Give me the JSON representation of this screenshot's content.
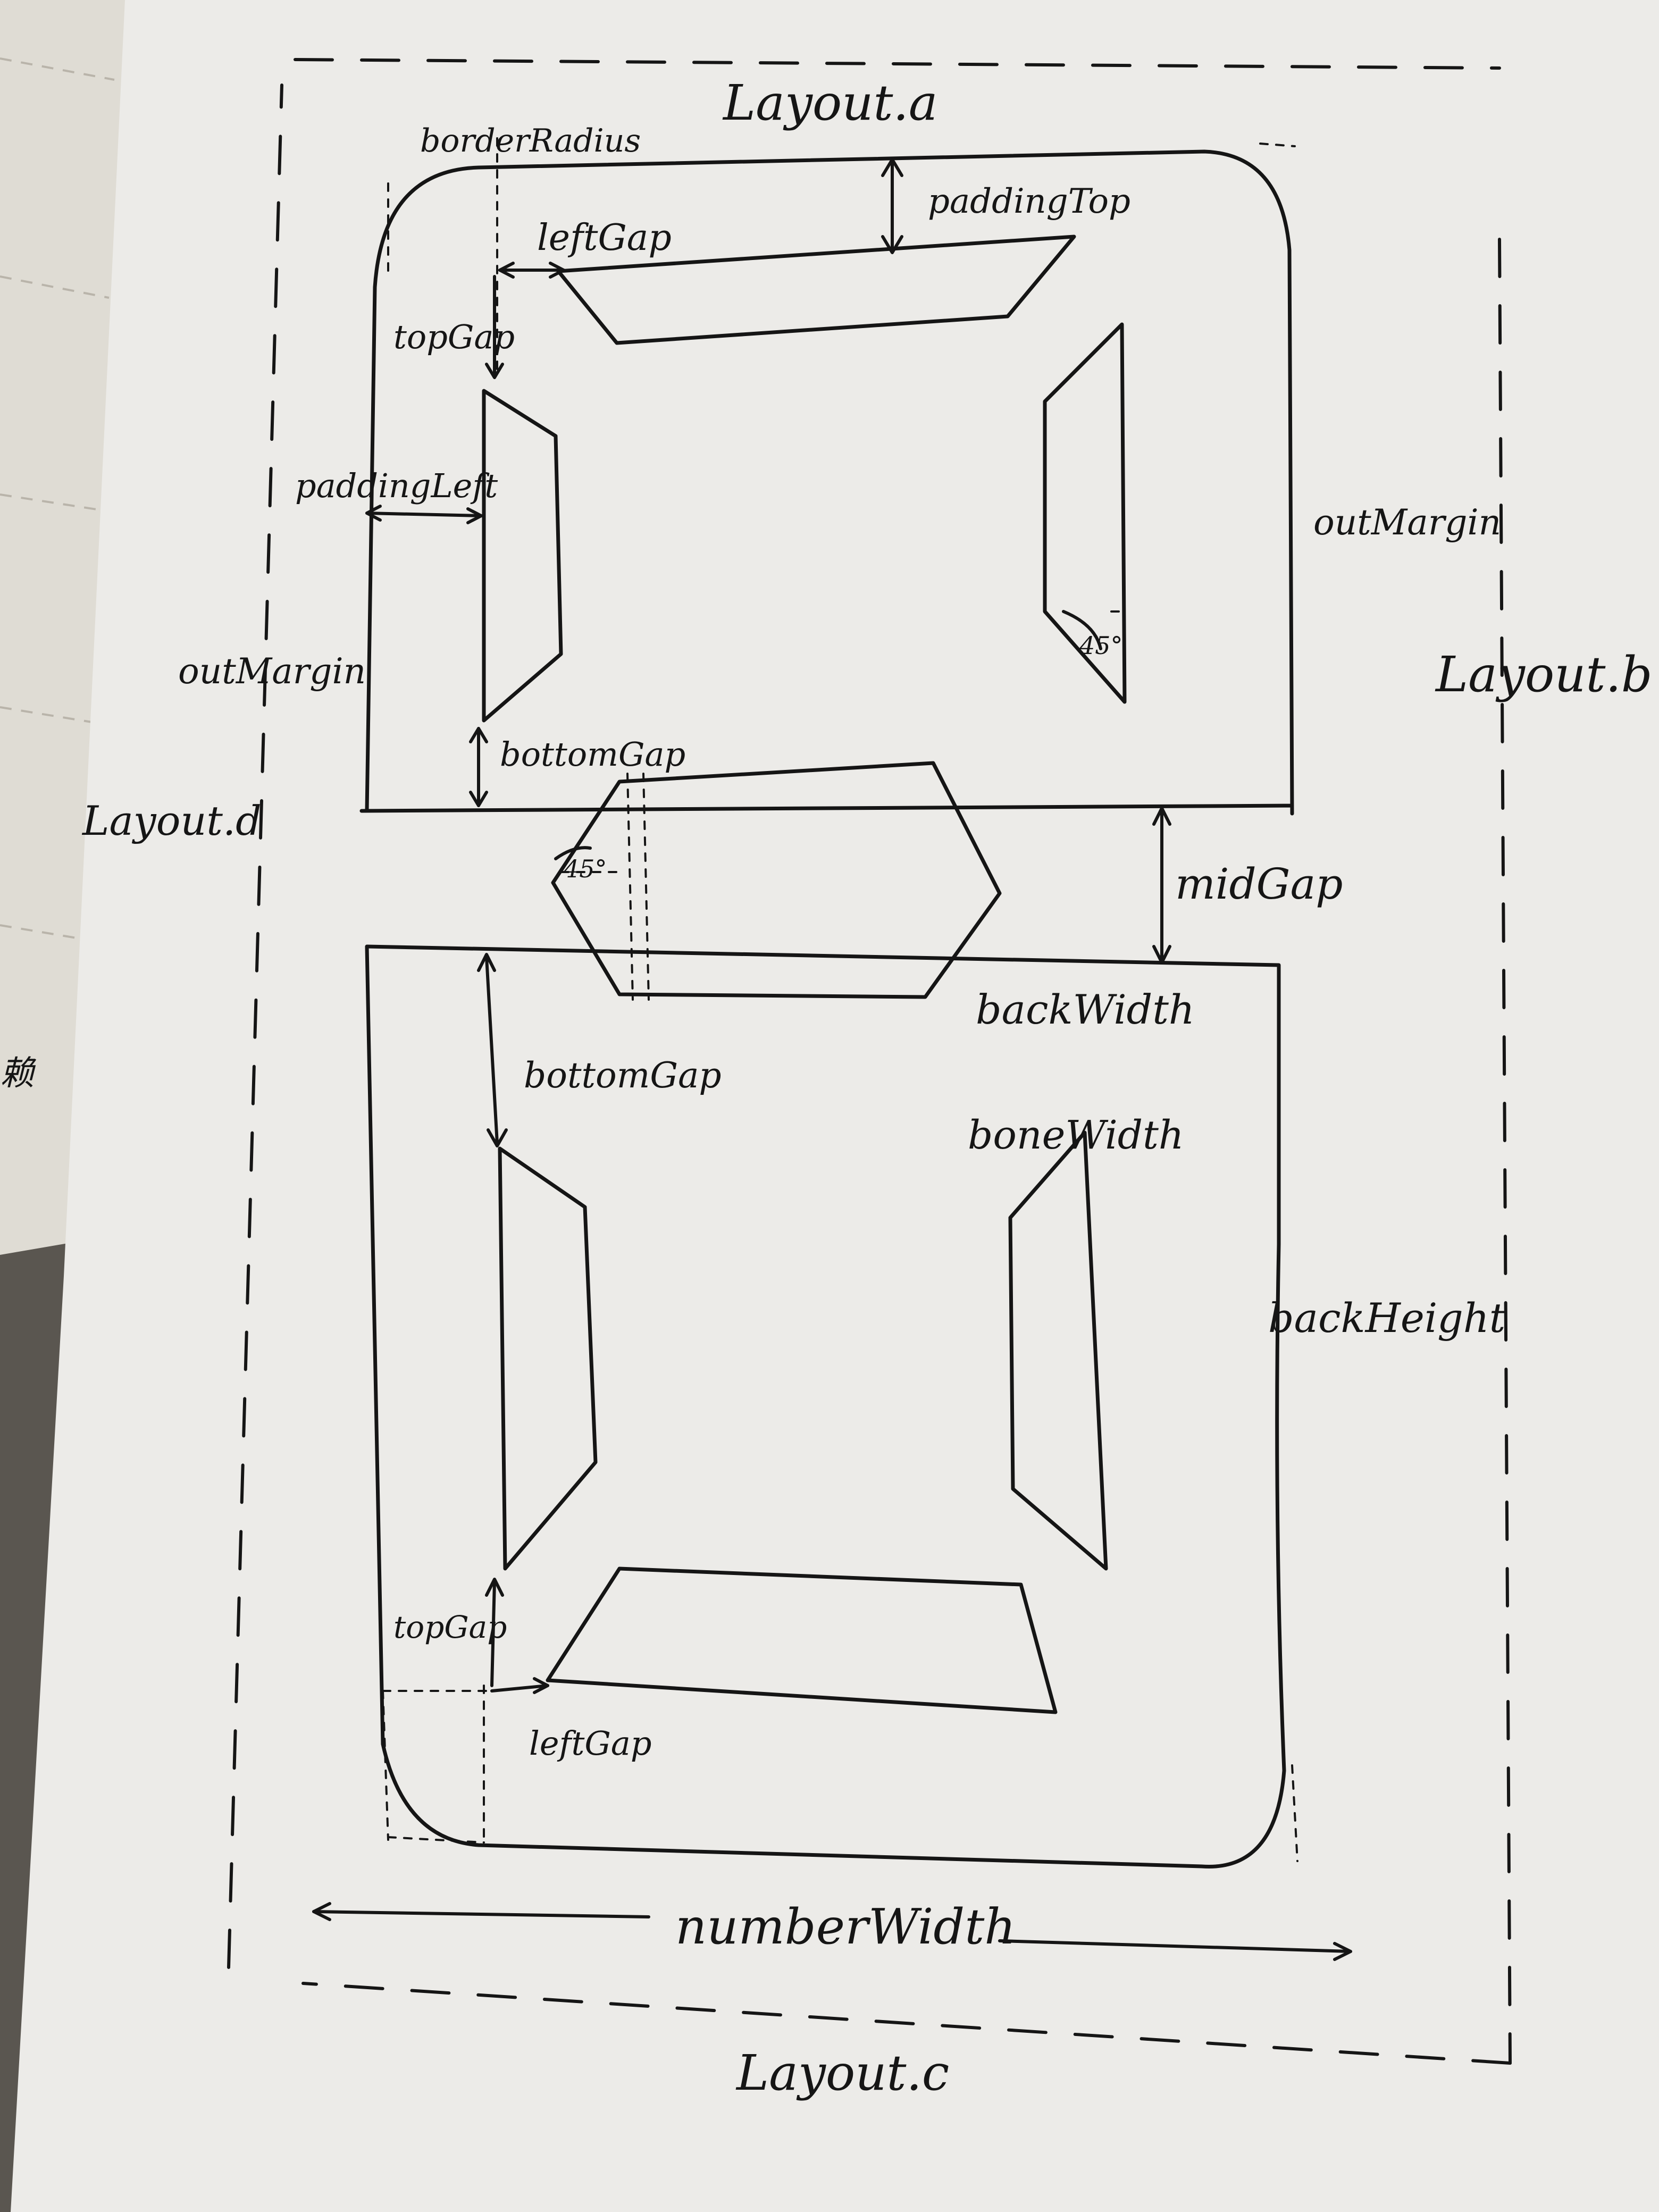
{
  "colors": {
    "desk": "#5a5650",
    "paper": "#ecebe8",
    "under_paper": "#dfdcd4",
    "ink": "#151515",
    "pencil_line": "#b9b4aa"
  },
  "labels": {
    "layout_a": "Layout.a",
    "layout_b": "Layout.b",
    "layout_c": "Layout.c",
    "layout_d": "Layout.d",
    "border_radius": "borderRadius",
    "padding_top": "paddingTop",
    "left_gap_top": "leftGap",
    "top_gap_top": "topGap",
    "padding_left": "paddingLeft",
    "out_margin_left": "outMargin",
    "out_margin_right": "outMargin",
    "bottom_gap_top": "bottomGap",
    "mid_gap": "midGap",
    "angle_mid": "45°",
    "angle_right": "45°",
    "back_width": "backWidth",
    "bottom_gap_lower": "bottomGap",
    "bone_width": "boneWidth",
    "back_height": "backHeight",
    "top_gap_lower": "topGap",
    "left_gap_lower": "leftGap",
    "number_width": "numberWidth"
  },
  "under_sheet_glyph": "赖"
}
